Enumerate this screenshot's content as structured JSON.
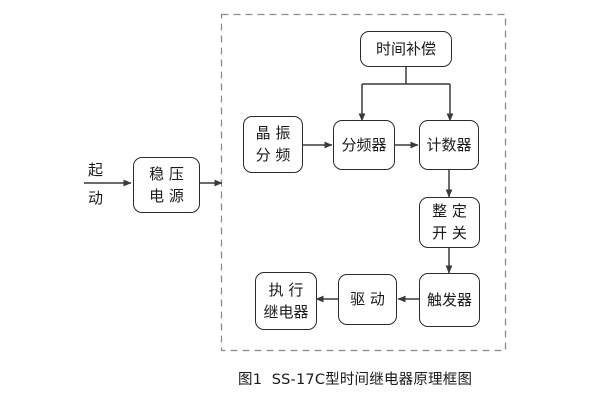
{
  "figure": {
    "caption": "图1  SS-17C型时间继电器原理框图",
    "enclosure_style": "dashed",
    "colors": {
      "stroke": "#2b2b2b",
      "arrow": "#3a3a3a",
      "dashed_border": "#8c8c8c",
      "text": "#1a1a1a",
      "background": "#ffffff"
    }
  },
  "external_input": {
    "label_line1": "起",
    "label_line2": "动"
  },
  "nodes": {
    "power_supply": {
      "line1": "稳 压",
      "line2": "电 源"
    },
    "time_compensation": {
      "line1": "时间补偿"
    },
    "crystal_divider": {
      "line1": "晶 振",
      "line2": "分 频"
    },
    "frequency_divider": {
      "line1": "分频器"
    },
    "counter": {
      "line1": "计数器"
    },
    "setting_switch": {
      "line1": "整 定",
      "line2": "开 关"
    },
    "trigger": {
      "line1": "触发器"
    },
    "driver": {
      "line1": "驱 动"
    },
    "output_relay": {
      "line1": "执 行",
      "line2": "继电器"
    }
  }
}
